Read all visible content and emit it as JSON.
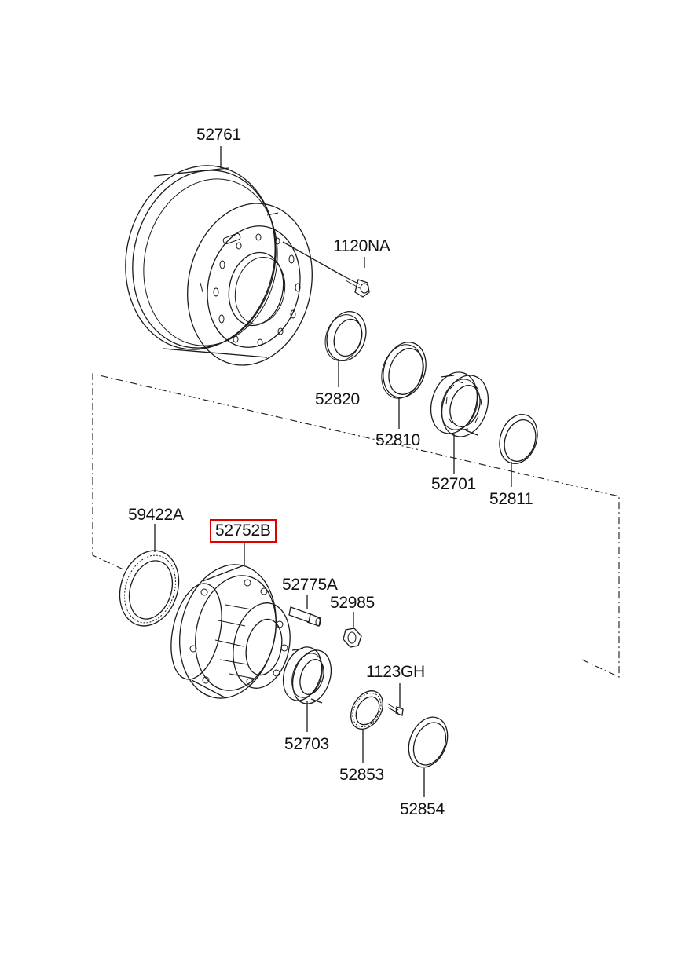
{
  "parts": [
    {
      "id": "p52761",
      "number": "52761",
      "description": "brake drum"
    },
    {
      "id": "p1120NA",
      "number": "1120NA",
      "description": "drum screw"
    },
    {
      "id": "p52820",
      "number": "52820",
      "description": "oil seal"
    },
    {
      "id": "p52810",
      "number": "52810",
      "description": "bearing race"
    },
    {
      "id": "p52701",
      "number": "52701",
      "description": "tapered roller bearing"
    },
    {
      "id": "p52811",
      "number": "52811",
      "description": "bearing cup"
    },
    {
      "id": "p59422A",
      "number": "59422A",
      "description": "abs tone ring"
    },
    {
      "id": "p52752B",
      "number": "52752B",
      "description": "wheel hub",
      "highlighted": true,
      "highlight_color": "#e00000"
    },
    {
      "id": "p52775A",
      "number": "52775A",
      "description": "hub bolt"
    },
    {
      "id": "p52985",
      "number": "52985",
      "description": "hub nut"
    },
    {
      "id": "p1123GH",
      "number": "1123GH",
      "description": "lock screw"
    },
    {
      "id": "p52703",
      "number": "52703",
      "description": "inner bearing"
    },
    {
      "id": "p52853",
      "number": "52853",
      "description": "lock washer"
    },
    {
      "id": "p52854",
      "number": "52854",
      "description": "seal ring"
    }
  ],
  "colors": {
    "line": "#1a1a1a",
    "highlight": "#e00000",
    "background": "#ffffff"
  }
}
